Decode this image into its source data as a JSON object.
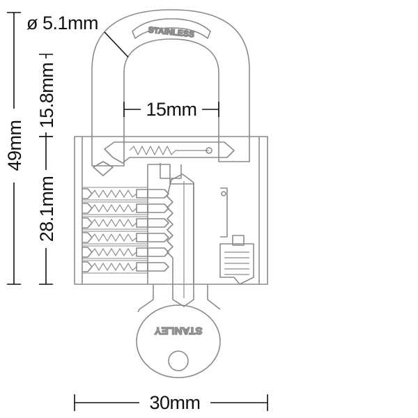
{
  "diagram": {
    "type": "padlock dimension drawing",
    "shackle_marking": "STAINLESS",
    "key_marking": "STANLEY",
    "line_color": "#111111",
    "outline_color": "#8a8a8a",
    "dimensions": {
      "shackle_diameter": "ø 5.1mm",
      "shackle_clearance": "15.8mm",
      "shackle_inner_width": "15mm",
      "total_height": "49mm",
      "body_height": "28.1mm",
      "body_width": "30mm"
    },
    "pin_count": 6
  }
}
